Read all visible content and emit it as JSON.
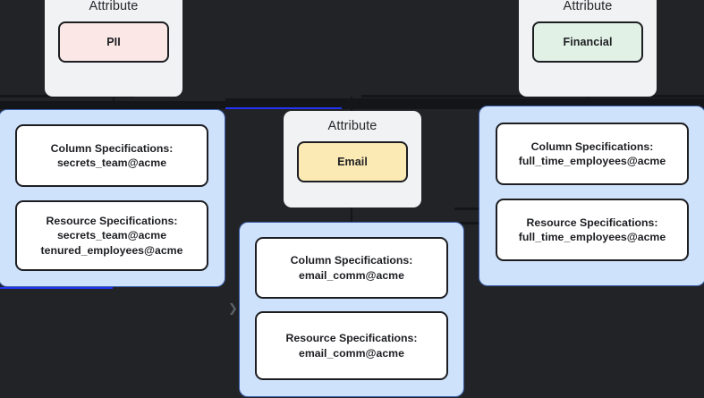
{
  "canvas": {
    "background": "#222326",
    "panel_fill": "#cfe2fb",
    "panel_border": "#3a5ea8",
    "card_fill": "#f1f2f3",
    "selection_color": "#2334f0",
    "text_color": "#1d1e22"
  },
  "attribute_cards": [
    {
      "id": "pii",
      "title": "Attribute",
      "chip_label": "PII",
      "chip_color": "#fbe8e6"
    },
    {
      "id": "email",
      "title": "Attribute",
      "chip_label": "Email",
      "chip_color": "#fbeab4"
    },
    {
      "id": "financial",
      "title": "Attribute",
      "chip_label": "Financial",
      "chip_color": "#e2f1e6"
    }
  ],
  "spec_panels": [
    {
      "id": "secrets-team",
      "column_spec": {
        "heading": "Column Specifications:",
        "values": [
          "secrets_team@acme"
        ]
      },
      "resource_spec": {
        "heading": "Resource Specifications:",
        "values": [
          "secrets_team@acme",
          "tenured_employees@acme"
        ]
      }
    },
    {
      "id": "email-comm",
      "column_spec": {
        "heading": "Column Specifications:",
        "values": [
          "email_comm@acme"
        ]
      },
      "resource_spec": {
        "heading": "Resource Specifications:",
        "values": [
          "email_comm@acme"
        ]
      }
    },
    {
      "id": "full-time-employees",
      "column_spec": {
        "heading": "Column Specifications:",
        "values": [
          "full_time_employees@acme"
        ]
      },
      "resource_spec": {
        "heading": "Resource Specifications:",
        "values": [
          "full_time_employees@acme"
        ]
      }
    }
  ],
  "expand_control": {
    "glyph": "❯"
  }
}
